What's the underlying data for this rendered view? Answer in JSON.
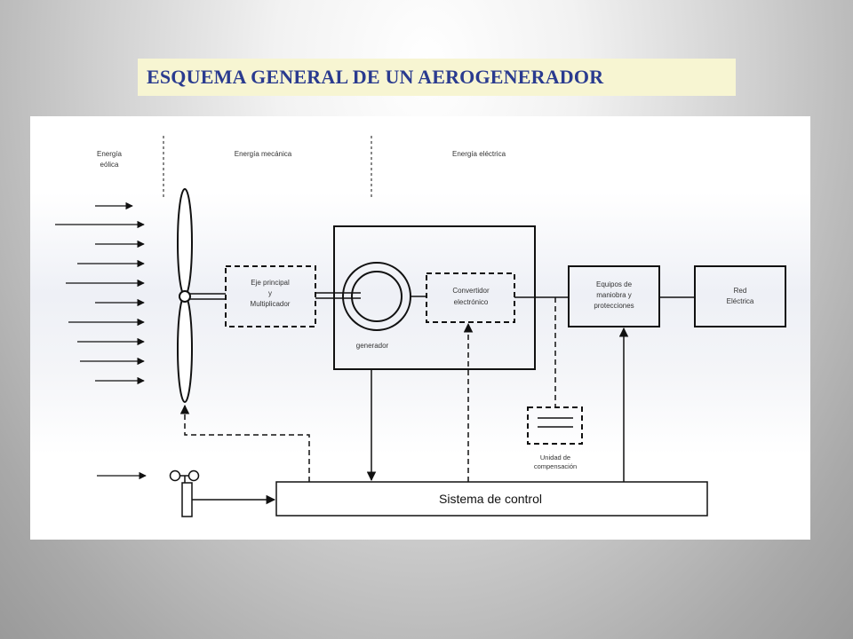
{
  "title": "ESQUEMA GENERAL DE UN AEROGENERADOR",
  "sections": {
    "eolica_line1": "Energía",
    "eolica_line2": "eólica",
    "mecanica": "Energía mecánica",
    "electrica": "Energía eléctrica"
  },
  "blocks": {
    "eje_line1": "Eje principal",
    "eje_line2": "y",
    "eje_line3": "Multiplicador",
    "generador": "generador",
    "conv_line1": "Convertidor",
    "conv_line2": "electrónico",
    "equipos_line1": "Equipos de",
    "equipos_line2": "maniobra y",
    "equipos_line3": "protecciones",
    "red_line1": "Red",
    "red_line2": "Eléctrica",
    "comp_line1": "Unidad de",
    "comp_line2": "compensación",
    "control": "Sistema de control"
  },
  "icons": {
    "rotor": "wind-turbine-rotor-icon",
    "anemometer": "anemometer-icon",
    "capacitor": "capacitor-icon"
  },
  "colors": {
    "title_text": "#2a3b8f",
    "title_bg": "#f7f5d2",
    "lines": "#111111"
  }
}
